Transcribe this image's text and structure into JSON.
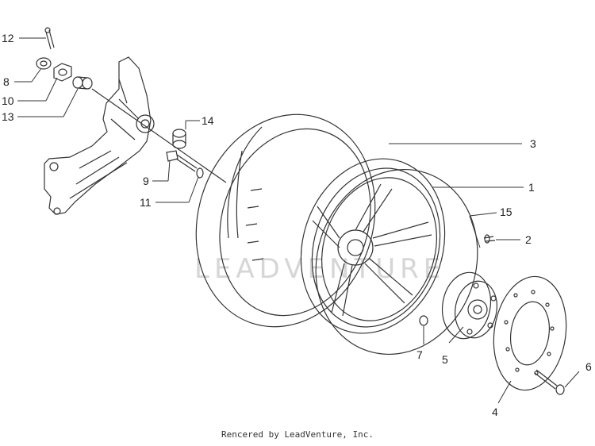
{
  "diagram": {
    "callouts": [
      {
        "id": "c12",
        "text": "12"
      },
      {
        "id": "c8",
        "text": "8"
      },
      {
        "id": "c10",
        "text": "10"
      },
      {
        "id": "c13",
        "text": "13"
      },
      {
        "id": "c14",
        "text": "14"
      },
      {
        "id": "c9",
        "text": "9"
      },
      {
        "id": "c11",
        "text": "11"
      },
      {
        "id": "c3",
        "text": "3"
      },
      {
        "id": "c1",
        "text": "1"
      },
      {
        "id": "c15",
        "text": "15"
      },
      {
        "id": "c2",
        "text": "2"
      },
      {
        "id": "c7",
        "text": "7"
      },
      {
        "id": "c5",
        "text": "5"
      },
      {
        "id": "c4",
        "text": "4"
      },
      {
        "id": "c6",
        "text": "6"
      }
    ],
    "watermark": "LEADVENTURE",
    "credit": "Rencered by LeadVenture, Inc."
  }
}
